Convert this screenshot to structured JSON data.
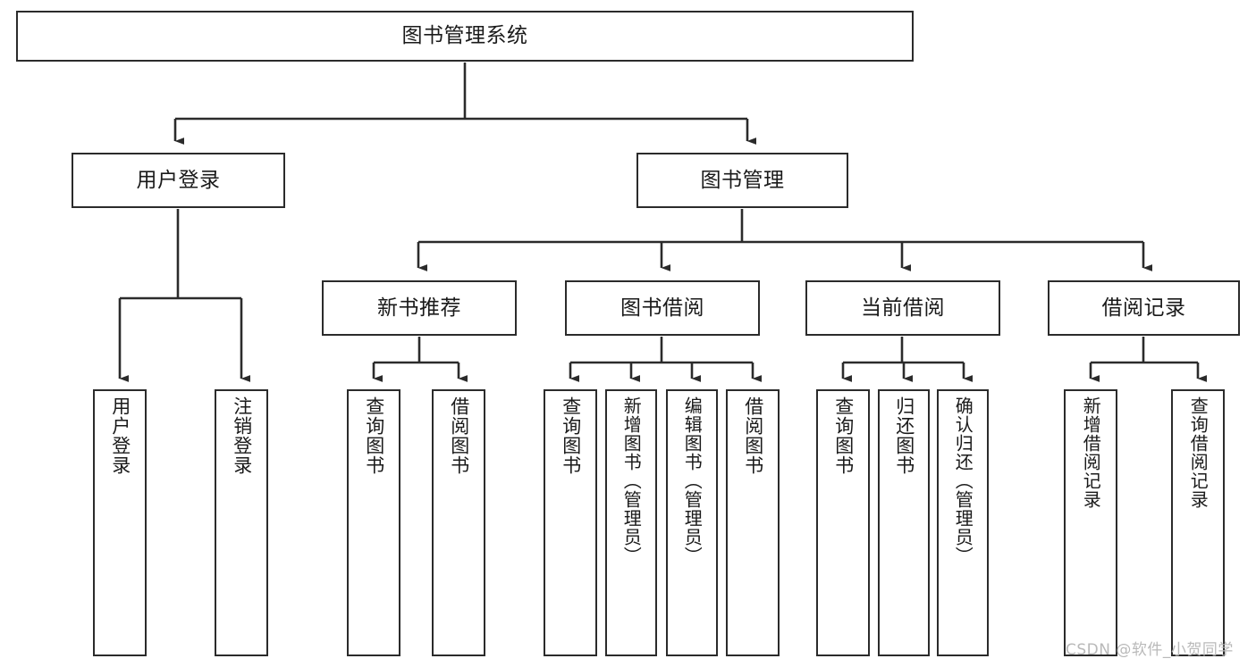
{
  "diagram": {
    "title": "图书管理系统",
    "type": "tree-hierarchy-chart",
    "watermark": "CSDN @软件_小贺同学",
    "colors": {
      "box_border": "#2b2b2b",
      "box_fill": "#ffffff",
      "connector": "#2b2b2b",
      "text": "#1a1a1a",
      "watermark": "#b9b9b9",
      "background": "#ffffff"
    },
    "nodes": {
      "root": {
        "label": "图书管理系统"
      },
      "level2": [
        {
          "key": "user_login",
          "label": "用户登录"
        },
        {
          "key": "book_manage",
          "label": "图书管理"
        }
      ],
      "level3": [
        {
          "key": "new_book_rec",
          "label": "新书推荐"
        },
        {
          "key": "book_borrow",
          "label": "图书借阅"
        },
        {
          "key": "current_borrow",
          "label": "当前借阅"
        },
        {
          "key": "borrow_record",
          "label": "借阅记录"
        }
      ],
      "leaves": {
        "user_login": [
          {
            "label": "用户登录"
          },
          {
            "label": "注销登录"
          }
        ],
        "new_book_rec": [
          {
            "label": "查询图书"
          },
          {
            "label": "借阅图书"
          }
        ],
        "book_borrow": [
          {
            "label": "查询图书"
          },
          {
            "label": "新增图书（管理员）"
          },
          {
            "label": "编辑图书（管理员）"
          },
          {
            "label": "借阅图书"
          }
        ],
        "current_borrow": [
          {
            "label": "查询图书"
          },
          {
            "label": "归还图书"
          },
          {
            "label": "确认归还（管理员）"
          }
        ],
        "borrow_record": [
          {
            "label": "新增借阅记录"
          },
          {
            "label": "查询借阅记录"
          }
        ]
      }
    }
  }
}
